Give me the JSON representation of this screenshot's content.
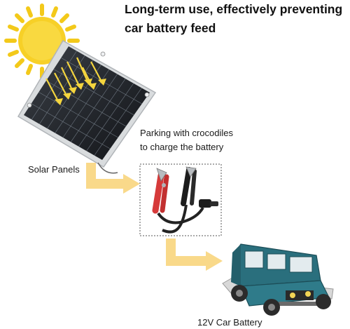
{
  "header": {
    "title_line1": "Long-term use, effectively preventing",
    "title_line2": "car battery feed"
  },
  "labels": {
    "solar_panels": "Solar Panels",
    "parking_line1": "Parking with crocodiles",
    "parking_line2": "to charge the battery",
    "car_battery": "12V Car Battery"
  },
  "colors": {
    "sun_yellow": "#f7cf1c",
    "ray_yellow": "#f3d43a",
    "flow_arrow": "#f9d98a",
    "car_body": "#2a6f7d",
    "clip_red": "#d63a3a",
    "clip_black": "#1c1c1c"
  },
  "icons": [
    "sun-icon",
    "solar-panel-icon",
    "crocodile-clips-icon",
    "car-icon",
    "flow-arrow-icon"
  ]
}
